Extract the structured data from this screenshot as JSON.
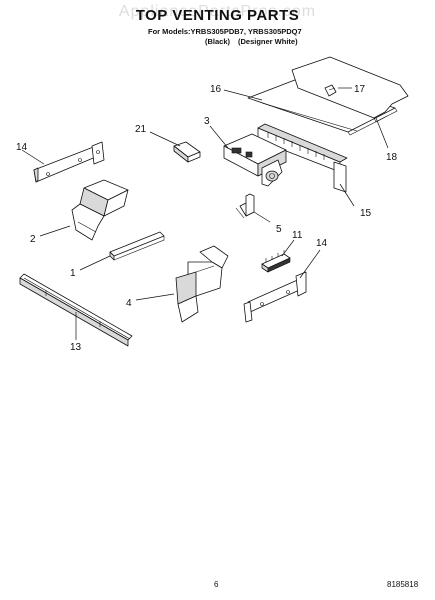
{
  "page": {
    "watermark": "AppliancePartsPros.com",
    "title": "TOP VENTING PARTS",
    "models_line": "For Models:YRBS305PDB7, YRBS305PDQ7",
    "color_black": "(Black)",
    "color_white": "(Designer White)",
    "page_number": "6",
    "doc_code": "8185818"
  },
  "callouts": {
    "c1": "1",
    "c2": "2",
    "c3": "3",
    "c4": "4",
    "c5": "5",
    "c11": "11",
    "c13": "13",
    "c14a": "14",
    "c14b": "14",
    "c15": "15",
    "c16": "16",
    "c17": "17",
    "c18": "18",
    "c21": "21"
  }
}
